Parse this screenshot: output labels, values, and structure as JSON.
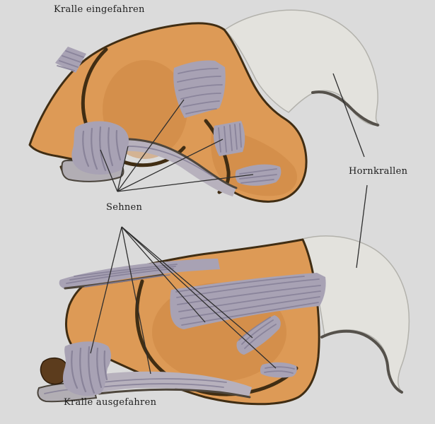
{
  "labels": {
    "claw_retracted": "Kralle eingefahren",
    "tendons": "Sehnen",
    "horn_claws": "Hornkrallen",
    "claw_extended": "Kralle ausgefahren"
  },
  "palette": {
    "background": "#dbdbdb",
    "paw_orange": "#dd9a56",
    "paw_orange_dark": "#c9823f",
    "outline_dark": "#402d13",
    "tendon_gray": "#a8a2b4",
    "tendon_light": "#b7b1bd",
    "tendon_stripe": "#857f96",
    "bone_gray": "#b2aeb4",
    "claw_gray": "#e3e2dd",
    "claw_base_brown": "#5c3c1d",
    "leader": "#2e2e2e"
  }
}
